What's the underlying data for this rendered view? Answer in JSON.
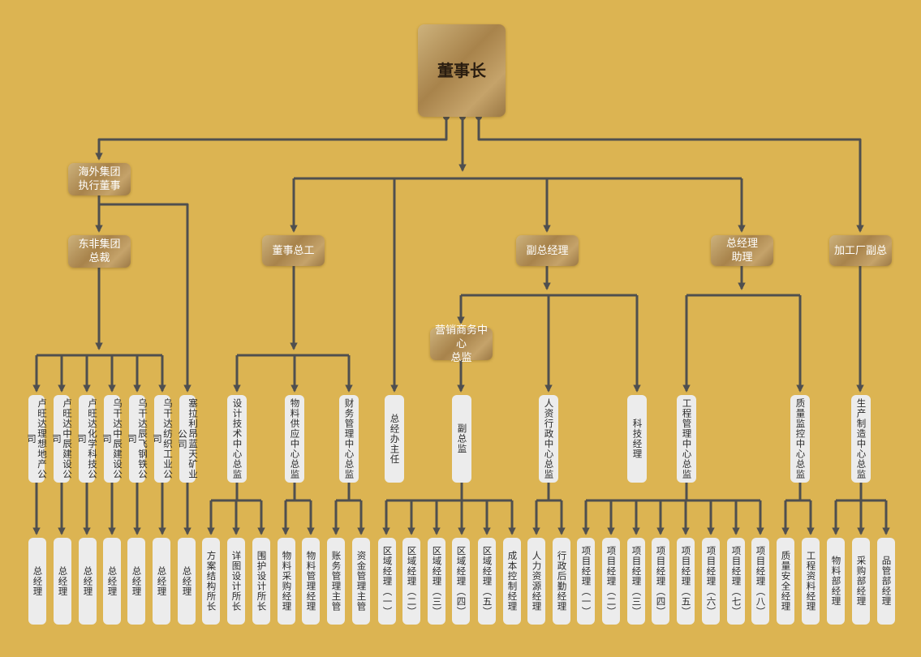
{
  "chairman": "董事长",
  "level1": {
    "overseas": "海外集团\n执行董事",
    "chief_engineer": "董事总工",
    "deputy_gm": "副总经理",
    "gm_assistant": "总经理\n助理",
    "factory_deputy": "加工厂副总"
  },
  "east_africa": "东非集团\n总裁",
  "marketing": "营销商务中心\n总监",
  "level3": {
    "l1": "卢旺达理想地产公司",
    "l2": "卢旺达中辰建设公司",
    "l3": "卢旺达化学科技公司",
    "l4": "乌干达中辰建设公司",
    "l5": "乌干达辰飞钢铁公司",
    "l6": "乌干达纺织工业公司",
    "l7": "塞拉利昂蓝天矿业公司",
    "l8": "设计技术中心总监",
    "l9": "物料供应中心总监",
    "l10": "财务管理中心总监",
    "l11": "总经办主任",
    "l12": "副总监",
    "l13": "人资行政中心总监",
    "l14": "科技经理",
    "l15": "工程管理中心总监",
    "l16": "质量监控中心总监",
    "l17": "生产制造中心总监"
  },
  "level4": {
    "b1": "总经理",
    "b2": "总经理",
    "b3": "总经理",
    "b4": "总经理",
    "b5": "总经理",
    "b6": "总经理",
    "b7": "总经理",
    "b8": "方案结构所长",
    "b9": "详图设计所长",
    "b10": "围护设计所长",
    "b11": "物料采购经理",
    "b12": "物料管理经理",
    "b13": "账务管理主管",
    "b14": "资金管理主管",
    "b15": "区域经理（一）",
    "b16": "区域经理（二）",
    "b17": "区域经理（三）",
    "b18": "区域经理（四）",
    "b19": "区域经理（五）",
    "b20": "成本控制经理",
    "b21": "人力资源经理",
    "b22": "行政后勤经理",
    "b23": "项目经理（一）",
    "b24": "项目经理（二）",
    "b25": "项目经理（三）",
    "b26": "项目经理（四）",
    "b27": "项目经理（五）",
    "b28": "项目经理（六）",
    "b29": "项目经理（七）",
    "b30": "项目经理（八）",
    "b31": "质量安全经理",
    "b32": "工程资料经理",
    "b33": "物料部经理",
    "b34": "采购部经理",
    "b35": "品管部经理"
  },
  "colors": {
    "background": "#dcb452",
    "line": "#4f4f4f",
    "box": "#ececec"
  }
}
